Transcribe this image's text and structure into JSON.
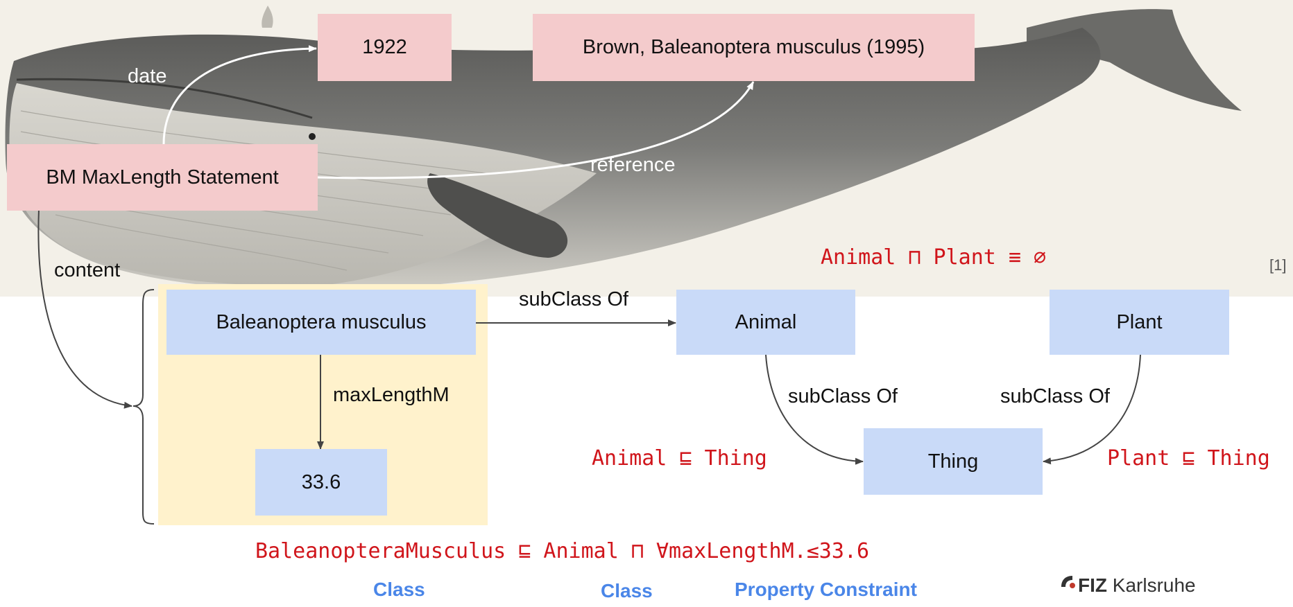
{
  "nodes": {
    "year": "1922",
    "reference_source": "Brown, Baleanoptera musculus (1995)",
    "statement": "BM MaxLength Statement",
    "species": "Baleanoptera musculus",
    "animal": "Animal",
    "plant": "Plant",
    "thing": "Thing",
    "max_length_value": "33.6"
  },
  "edges": {
    "date": "date",
    "reference": "reference",
    "content": "content",
    "subclass_species_animal": "subClass Of",
    "subclass_animal_thing": "subClass Of",
    "subclass_plant_thing": "subClass Of",
    "max_length": "maxLengthM"
  },
  "axioms": {
    "disjoint": "Animal ⊓ Plant ≡ ∅",
    "animal_thing": "Animal ⊑ Thing",
    "plant_thing": "Plant ⊑ Thing",
    "main": "BaleanopteraMusculus ⊑ Animal ⊓ ∀maxLengthM.≤33.6"
  },
  "axiom_parts": {
    "class_1": "Class",
    "class_2": "Class",
    "property_constraint": "Property Constraint"
  },
  "citation": "[1]",
  "logo": {
    "strong": "FIZ",
    "rest": " Karlsruhe"
  },
  "colors": {
    "annotation_box": "#f4cbcc",
    "class_box": "#c9daf8",
    "content_group": "#fff2cc",
    "axiom_text": "#d0151b",
    "part_label": "#4a86e8"
  }
}
